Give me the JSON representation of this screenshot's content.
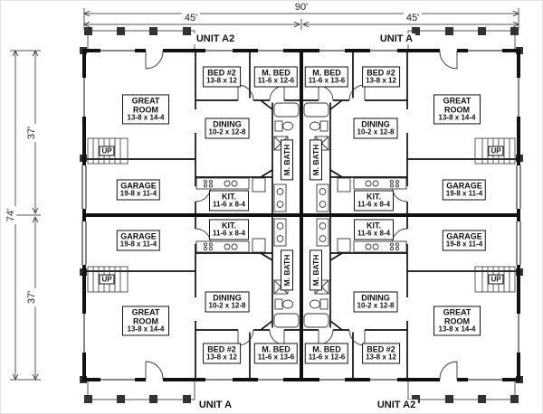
{
  "dimensions": {
    "total_width": "90'",
    "half_width_left": "45'",
    "half_width_right": "45'",
    "total_depth": "74'",
    "half_depth_top": "37'",
    "half_depth_bottom": "37'"
  },
  "unit_labels": {
    "top_left": "UNIT A2",
    "top_right": "UNIT A",
    "bottom_left": "UNIT A",
    "bottom_right": "UNIT A2"
  },
  "quadrants": {
    "top_left": {
      "great_room": {
        "name": "GREAT ROOM",
        "size": "13-8 x 14-4"
      },
      "bed_2": {
        "name": "BED #2",
        "size": "13-8 x 12"
      },
      "master_bed": {
        "name": "M. BED",
        "size": "11-6 x 12-6"
      },
      "dining": {
        "name": "DINING",
        "size": "10-2 x 12-8"
      },
      "garage": {
        "name": "GARAGE",
        "size": "19-8 x 11-4"
      },
      "kitchen": {
        "name": "KIT.",
        "size": "11-6 x 8-4"
      },
      "master_bath": {
        "name": "M. BATH"
      },
      "stairs": {
        "label": "UP"
      }
    },
    "top_right": {
      "great_room": {
        "name": "GREAT ROOM",
        "size": "13-8 x 14-4"
      },
      "bed_2": {
        "name": "BED #2",
        "size": "13-8 x 12"
      },
      "master_bed": {
        "name": "M. BED",
        "size": "11-6 x 13-6"
      },
      "dining": {
        "name": "DINING",
        "size": "10-2 x 12-8"
      },
      "garage": {
        "name": "GARAGE",
        "size": "19-8 x 11-4"
      },
      "kitchen": {
        "name": "KIT.",
        "size": "11-6 x 8-4"
      },
      "master_bath": {
        "name": "M. BATH"
      },
      "stairs": {
        "label": "UP"
      }
    },
    "bottom_left": {
      "great_room": {
        "name": "GREAT ROOM",
        "size": "13-8 x 14-4"
      },
      "bed_2": {
        "name": "BED #2",
        "size": "13-8 x 12"
      },
      "master_bed": {
        "name": "M. BED",
        "size": "11-6 x 13-6"
      },
      "dining": {
        "name": "DINING",
        "size": "10-2 x 12-8"
      },
      "garage": {
        "name": "GARAGE",
        "size": "19-8 x 11-4"
      },
      "kitchen": {
        "name": "KIT.",
        "size": "11-6 x 8-4"
      },
      "master_bath": {
        "name": "M. BATH"
      },
      "stairs": {
        "label": "UP"
      }
    },
    "bottom_right": {
      "great_room": {
        "name": "GREAT ROOM",
        "size": "13-8 x 14-4"
      },
      "bed_2": {
        "name": "BED #2",
        "size": "13-8 x 12"
      },
      "master_bed": {
        "name": "M. BED",
        "size": "11-6 x 12-6"
      },
      "dining": {
        "name": "DINING",
        "size": "10-2 x 12-8"
      },
      "garage": {
        "name": "GARAGE",
        "size": "19-8 x 11-4"
      },
      "kitchen": {
        "name": "KIT.",
        "size": "11-6 x 8-4"
      },
      "master_bath": {
        "name": "M. BATH"
      },
      "stairs": {
        "label": "UP"
      }
    }
  }
}
